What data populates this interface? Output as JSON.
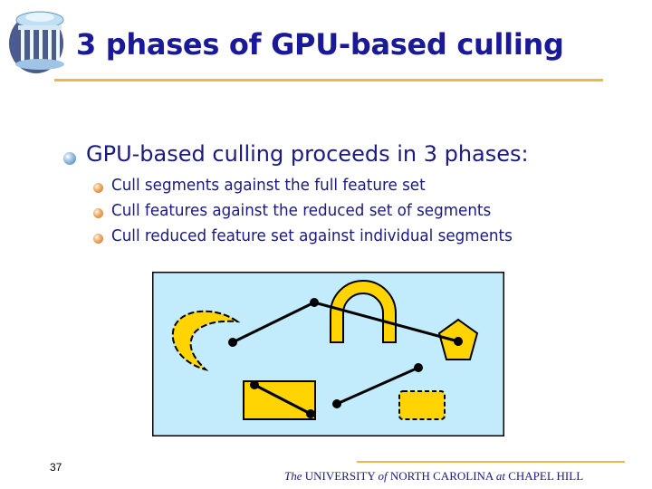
{
  "slide": {
    "title": "3 phases of GPU-based culling",
    "main_point": "GPU-based culling proceeds in 3 phases:",
    "sub_points": [
      "Cull segments against the full feature set",
      "Cull features against the reduced set of segments",
      "Cull reduced feature set against individual segments"
    ],
    "page_number": "37"
  },
  "footer": {
    "the": "The",
    "university": " UNIVERSITY ",
    "of": "of",
    "north_carolina": " NORTH CAROLINA ",
    "at": "at",
    "chapel_hill": " CHAPEL HILL"
  },
  "colors": {
    "title": "#1a1a99",
    "accent_rule": "#e9b94c",
    "diagram_background": "#c2ecfb",
    "feature_fill": "#ffd400",
    "segment": "#000000"
  },
  "icons": {
    "logo": "old-well-icon",
    "level1_bullet": "blue-sphere-bullet",
    "level2_bullet": "orange-sphere-bullet"
  }
}
